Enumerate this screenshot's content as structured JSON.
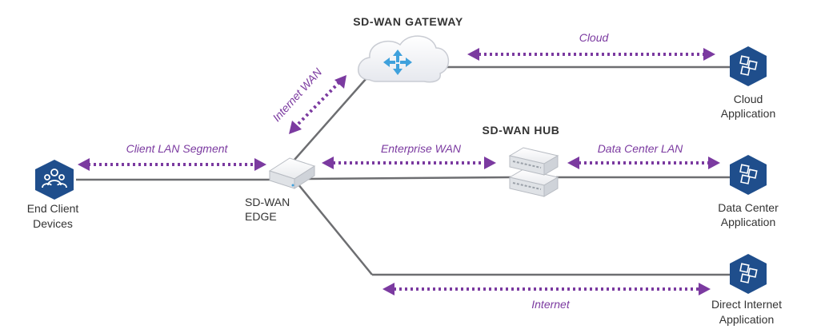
{
  "title": "SD-WAN GATEWAY",
  "nodes": {
    "gateway": {
      "label": "SD-WAN GATEWAY"
    },
    "edge": {
      "label_line1": "SD-WAN",
      "label_line2": "EDGE"
    },
    "hub": {
      "label": "SD-WAN HUB"
    },
    "end_client": {
      "label_line1": "End Client",
      "label_line2": "Devices"
    },
    "cloud_app": {
      "label_line1": "Cloud",
      "label_line2": "Application"
    },
    "dc_app": {
      "label_line1": "Data Center",
      "label_line2": "Application"
    },
    "internet_app": {
      "label_line1": "Direct Internet",
      "label_line2": "Application"
    }
  },
  "segments": {
    "client_lan": "Client LAN Segment",
    "internet_wan": "Internet WAN",
    "cloud": "Cloud",
    "enterprise_wan": "Enterprise WAN",
    "data_center_lan": "Data Center LAN",
    "internet": "Internet"
  },
  "colors": {
    "segment_arrow": "#7b3aa0",
    "wire": "#6d6e71",
    "app_icon": "#1f4e8c",
    "gateway_arrows": "#3fa1dc"
  },
  "icons": {
    "end_client": "users-icon",
    "apps": "app-cubes-icon",
    "gateway": "router-arrows-icon",
    "edge": "edge-appliance-icon",
    "hub": "hub-switch-icon"
  }
}
